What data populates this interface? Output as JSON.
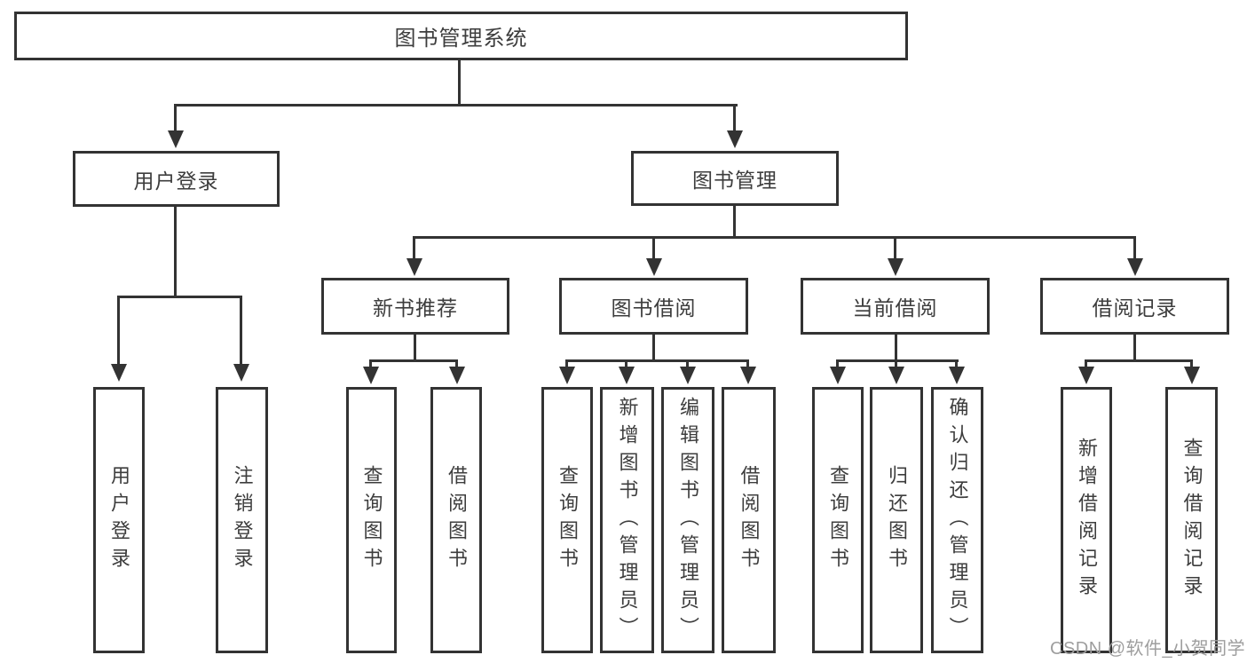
{
  "colors": {
    "line": "#333333",
    "box_border": "#333333",
    "text": "#3d3d3d",
    "watermark": "#9e9e9e",
    "background": "#ffffff"
  },
  "tree": {
    "root": {
      "label": "图书管理系统"
    },
    "children": [
      {
        "label": "用户登录",
        "children": [
          {
            "label": "用户登录"
          },
          {
            "label": "注销登录"
          }
        ]
      },
      {
        "label": "图书管理",
        "children": [
          {
            "label": "新书推荐",
            "children": [
              {
                "label": "查询图书"
              },
              {
                "label": "借阅图书"
              }
            ]
          },
          {
            "label": "图书借阅",
            "children": [
              {
                "label": "查询图书"
              },
              {
                "label": "新增图书（管理员）"
              },
              {
                "label": "编辑图书（管理员）"
              },
              {
                "label": "借阅图书"
              }
            ]
          },
          {
            "label": "当前借阅",
            "children": [
              {
                "label": "查询图书"
              },
              {
                "label": "归还图书"
              },
              {
                "label": "确认归还（管理员）"
              }
            ]
          },
          {
            "label": "借阅记录",
            "children": [
              {
                "label": "新增借阅记录"
              },
              {
                "label": "查询借阅记录"
              }
            ]
          }
        ]
      }
    ]
  },
  "watermark": {
    "text": "CSDN @软件_小贺同学"
  }
}
